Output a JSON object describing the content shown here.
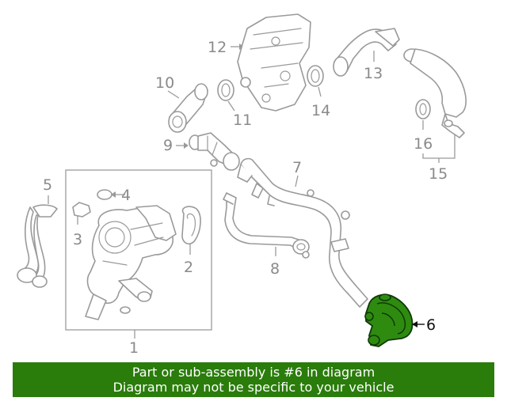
{
  "callouts": {
    "c1": "1",
    "c2": "2",
    "c3": "3",
    "c4": "4",
    "c5": "5",
    "c6": "6",
    "c7": "7",
    "c8": "8",
    "c9": "9",
    "c10": "10",
    "c11": "11",
    "c12": "12",
    "c13": "13",
    "c14": "14",
    "c15": "15",
    "c16": "16"
  },
  "highlight": {
    "part_number": "6",
    "color": "#2e8b10",
    "stroke": "#0e3a06"
  },
  "banner": {
    "line1": "Part or sub-assembly is #6 in diagram",
    "line2": "Diagram may not be specific to your vehicle",
    "background": "#2a7c0b",
    "text_color": "#ffffff"
  }
}
